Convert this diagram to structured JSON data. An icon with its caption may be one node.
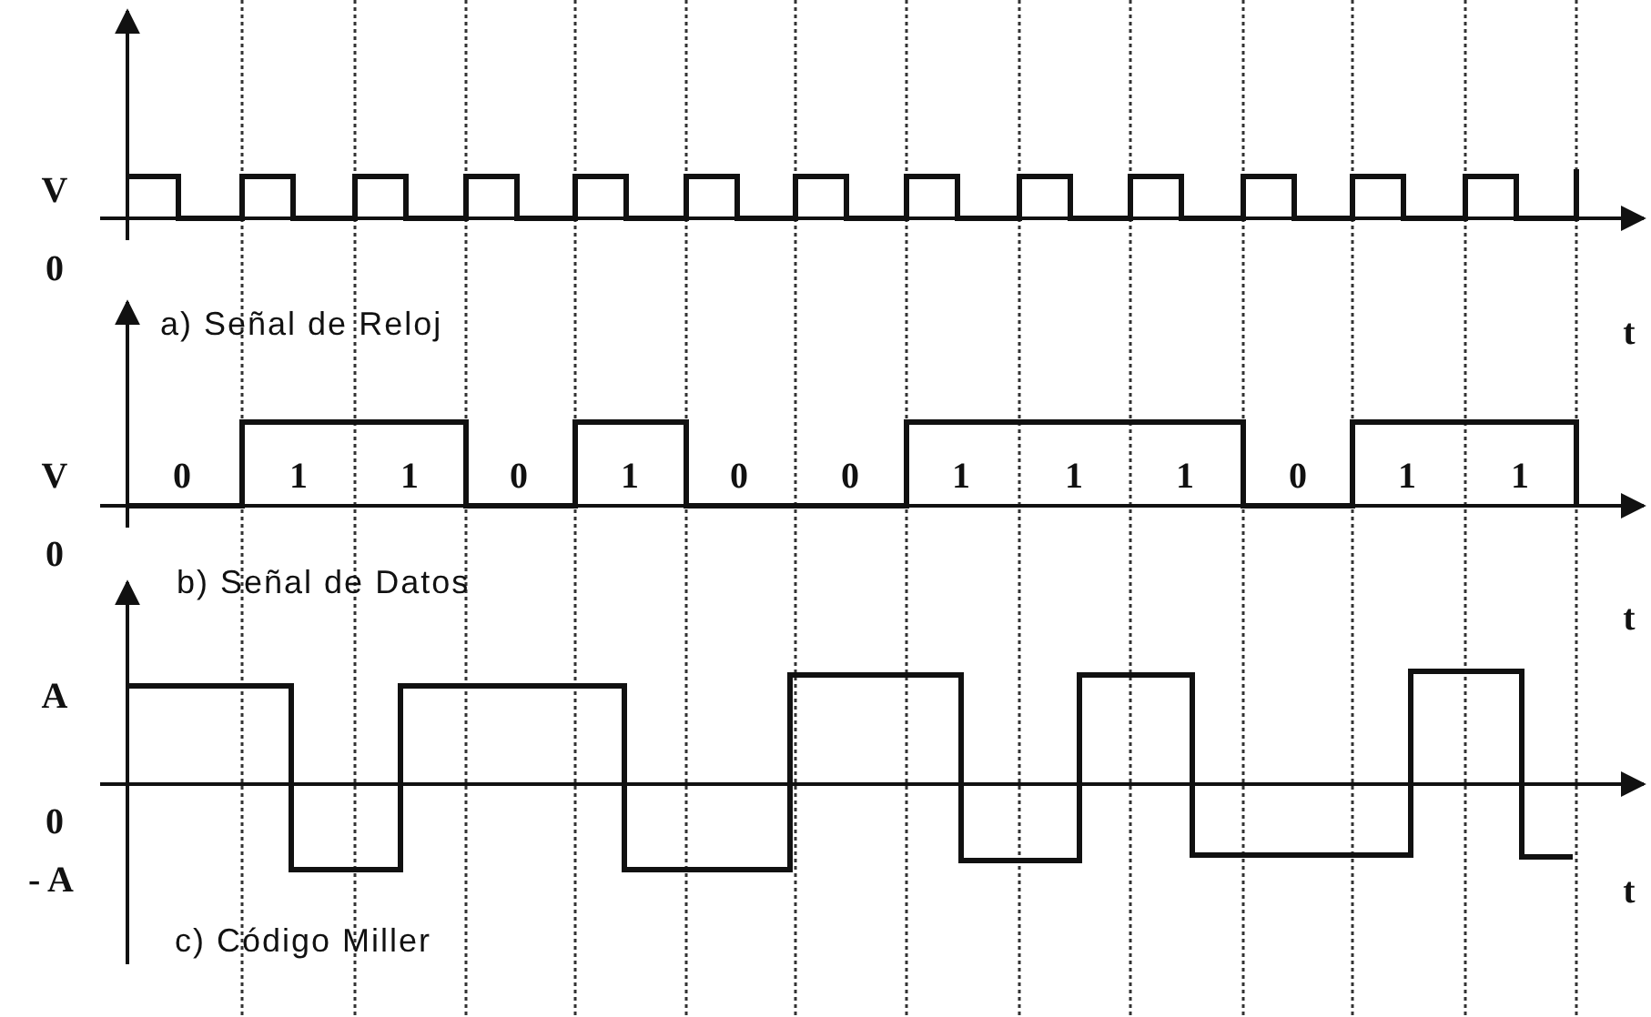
{
  "diagram": {
    "labels": [
      "V",
      "0",
      "a) Señal de Reloj",
      "t",
      "V",
      "0",
      "0",
      "1",
      "1",
      "0",
      "1",
      "0",
      "0",
      "1",
      "1",
      "1",
      "0",
      "1",
      "1",
      "b) Señal de Datos",
      "t",
      "A",
      "0",
      "- A",
      "c) Código Miller",
      "t"
    ]
  }
}
